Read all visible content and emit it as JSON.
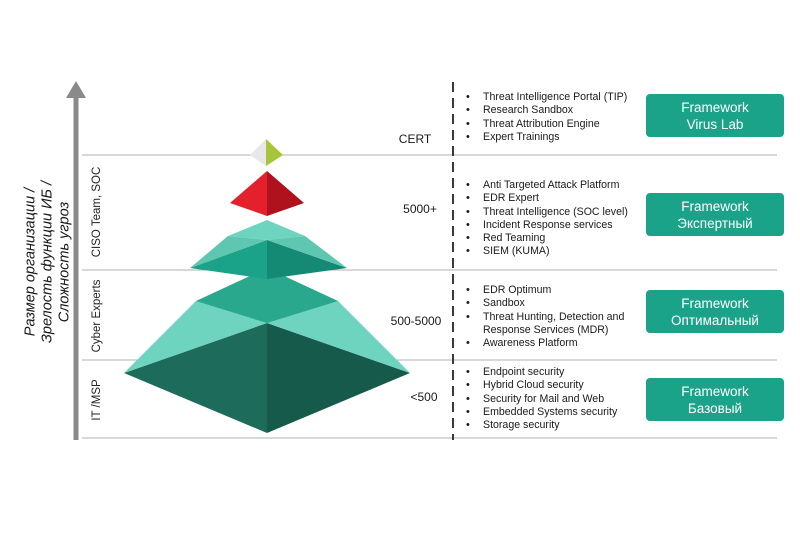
{
  "axis_title": [
    "Размер организации /",
    "Зрелость функции ИБ /",
    "Сложность угроз"
  ],
  "tiers": [
    {
      "size": "CERT",
      "side_label": "",
      "features": [
        "Threat Intelligence Portal (TIP)",
        "Research Sandbox",
        "Threat Attribution Engine",
        "Expert Trainings"
      ],
      "framework": [
        "Framework",
        "Virus Lab"
      ]
    },
    {
      "size": "5000+",
      "side_label": "CISO Team, SOC",
      "features": [
        "Anti Targeted Attack Platform",
        "EDR Expert",
        "Threat Intelligence (SOC level)",
        "Incident Response services",
        "Red Teaming",
        "SIEM (KUMA)"
      ],
      "framework": [
        "Framework",
        "Экспертный"
      ]
    },
    {
      "size": "500-5000",
      "side_label": "Cyber Experts",
      "features": [
        "EDR Optimum",
        "Sandbox",
        "Threat Hunting, Detection and Response Services (MDR)",
        "Awareness Platform"
      ],
      "framework": [
        "Framework",
        "Оптимальный"
      ]
    },
    {
      "size": "<500",
      "side_label": "IT /MSP",
      "features": [
        "Endpoint security",
        "Hybrid Cloud security",
        "Security for Mail and Web",
        "Embedded Systems security",
        "Storage security"
      ],
      "framework": [
        "Framework",
        "Базовый"
      ]
    }
  ],
  "colors": {
    "teal_dark_left": "#1d6b5b",
    "teal_dark_right": "#165a4c",
    "teal_mid_left": "#1aa389",
    "teal_mid_right": "#148a74",
    "teal_light": "#6fd4bf",
    "red_left": "#e3202b",
    "red_right": "#b0121d",
    "green_tip": "#a7c53a",
    "button": "#1aa389",
    "axis": "#8a8a8a"
  }
}
